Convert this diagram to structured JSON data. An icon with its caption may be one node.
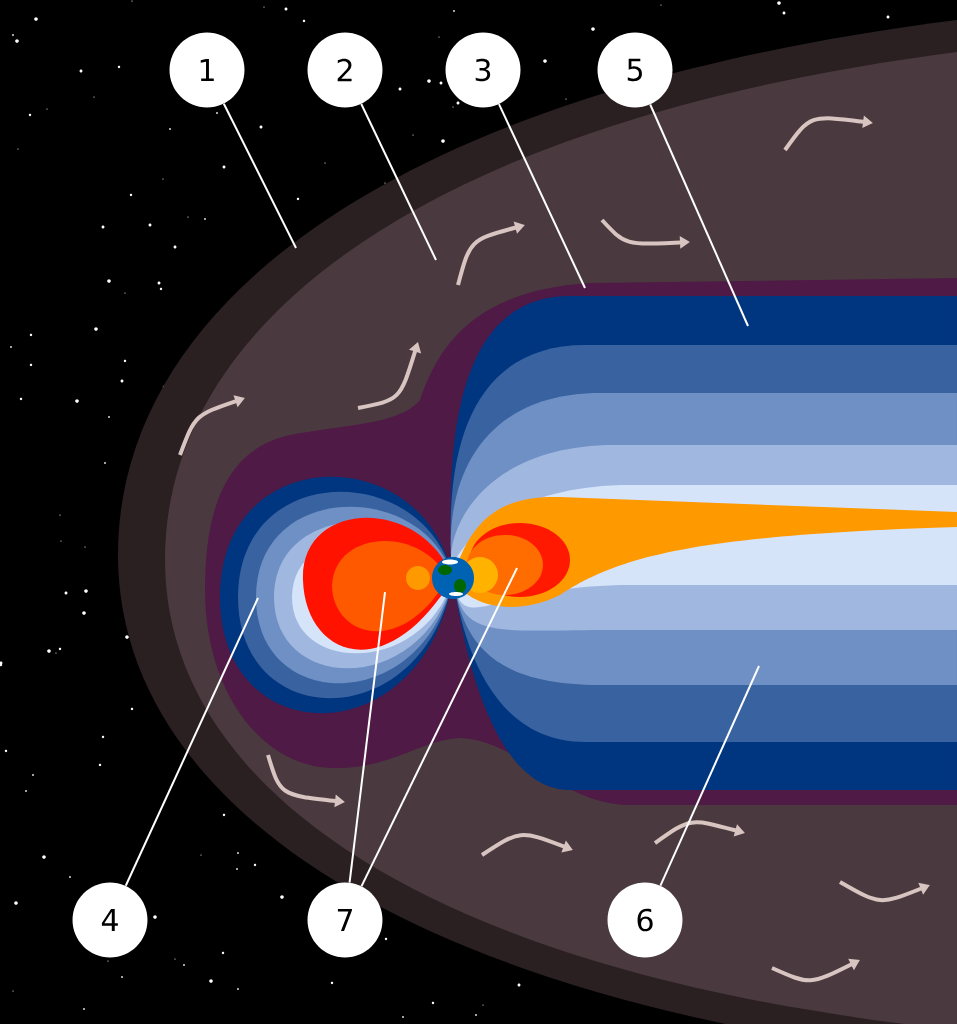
{
  "diagram": {
    "nodes": [
      {
        "text": [
          "1"
        ]
      },
      {
        "text": [
          "2"
        ]
      },
      {
        "text": [
          "3"
        ]
      },
      {
        "text": [
          "5"
        ]
      },
      {
        "text": [
          "4"
        ]
      },
      {
        "text": [
          "7"
        ]
      },
      {
        "text": [
          "6"
        ]
      }
    ],
    "edges": [
      {
        "from": 0,
        "to": null,
        "arrow": "none"
      },
      {
        "from": 1,
        "to": null,
        "arrow": "none"
      },
      {
        "from": 2,
        "to": null,
        "arrow": "none"
      },
      {
        "from": 3,
        "to": null,
        "arrow": "none"
      },
      {
        "from": 4,
        "to": null,
        "arrow": "none"
      },
      {
        "from": 5,
        "to": null,
        "arrow": "none"
      },
      {
        "from": 5,
        "to": null,
        "arrow": "none"
      },
      {
        "from": 6,
        "to": null,
        "arrow": "none"
      }
    ]
  }
}
